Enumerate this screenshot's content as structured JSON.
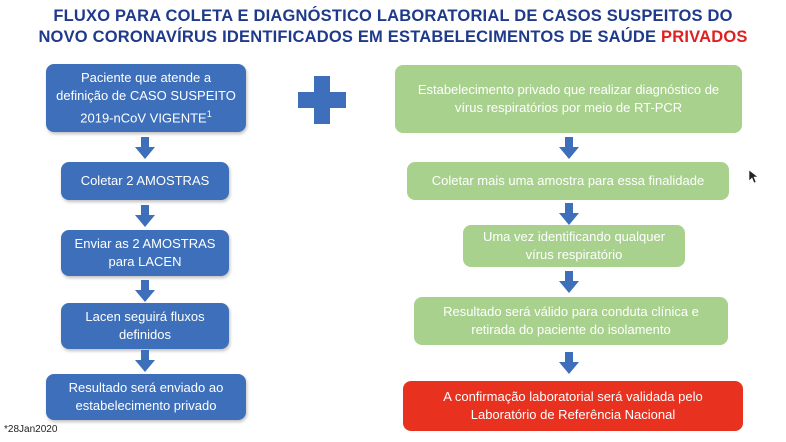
{
  "title": {
    "line1": "FLUXO PARA COLETA E DIAGNÓSTICO LABORATORIAL DE CASOS SUSPEITOS DO",
    "line2_prefix": "NOVO CORONAVÍRUS IDENTIFICADOS EM ESTABELECIMENTOS DE SAÚDE",
    "line2_highlight": "PRIVADOS"
  },
  "left_flow": [
    {
      "line1": "Paciente que atende a",
      "line2": "definição de CASO SUSPEITO",
      "line3": "2019-nCoV VIGENTE",
      "sup": "1"
    },
    {
      "line1": "Coletar 2 AMOSTRAS"
    },
    {
      "line1": "Enviar as 2 AMOSTRAS",
      "line2": "para LACEN"
    },
    {
      "line1": "Lacen seguirá fluxos",
      "line2": "definidos"
    },
    {
      "line1": "Resultado será enviado ao",
      "line2": "estabelecimento privado"
    }
  ],
  "right_flow": [
    {
      "line1": "Estabelecimento privado que realizar diagnóstico de",
      "line2": "vírus respiratórios por meio de RT-PCR"
    },
    {
      "line1": "Coletar mais uma amostra para essa finalidade"
    },
    {
      "line1": "Uma vez identificando qualquer",
      "line2": "vírus respiratório"
    },
    {
      "line1": "Resultado será válido para conduta clínica e",
      "line2": "retirada do paciente do isolamento"
    },
    {
      "line1": "A confirmação laboratorial será validada pelo",
      "line2": "Laboratório de Referência Nacional"
    }
  ],
  "footnote": "*28Jan2020",
  "colors": {
    "title": "#1f3a8a",
    "highlight": "#e02020",
    "blue_box": "#3d6fba",
    "green_box": "#a9d18e",
    "red_box": "#e8311f"
  },
  "icons": {
    "plus": "plus-icon",
    "arrow": "arrow-down-icon"
  }
}
